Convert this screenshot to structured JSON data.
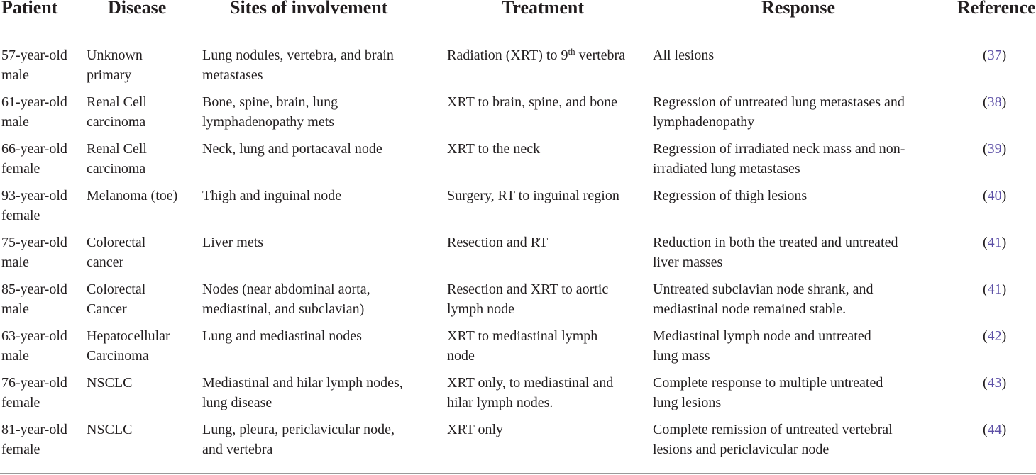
{
  "headers": {
    "patient": "Patient",
    "disease": "Disease",
    "sites": "Sites of involvement",
    "treatment": "Treatment",
    "response": "Response",
    "reference": "Reference"
  },
  "rows": [
    {
      "patient_l1": "57-year-old",
      "patient_l2": "male",
      "disease_l1": "Unknown",
      "disease_l2": "primary",
      "sites_l1": "Lung nodules, vertebra, and brain",
      "sites_l2": "metastases",
      "treatment_pre": "Radiation (XRT) to 9",
      "treatment_sup": "th",
      "treatment_post": " vertebra",
      "treatment_l2": "",
      "response_l1": "All lesions",
      "response_l2": "",
      "ref": "37"
    },
    {
      "patient_l1": "61-year-old",
      "patient_l2": "male",
      "disease_l1": "Renal Cell",
      "disease_l2": "carcinoma",
      "sites_l1": "Bone, spine, brain, lung",
      "sites_l2": "lymphadenopathy mets",
      "treatment_pre": "XRT to brain, spine, and bone",
      "treatment_sup": "",
      "treatment_post": "",
      "treatment_l2": "",
      "response_l1": "Regression of untreated lung metastases and",
      "response_l2": "lymphadenopathy",
      "ref": "38"
    },
    {
      "patient_l1": "66-year-old",
      "patient_l2": "female",
      "disease_l1": "Renal Cell",
      "disease_l2": "carcinoma",
      "sites_l1": "Neck, lung and portacaval node",
      "sites_l2": "",
      "treatment_pre": "XRT to the neck",
      "treatment_sup": "",
      "treatment_post": "",
      "treatment_l2": "",
      "response_l1": "Regression of irradiated neck mass and non-",
      "response_l2": "irradiated lung metastases",
      "ref": "39"
    },
    {
      "patient_l1": "93-year-old",
      "patient_l2": "female",
      "disease_l1": "Melanoma (toe)",
      "disease_l2": "",
      "sites_l1": "Thigh and inguinal node",
      "sites_l2": "",
      "treatment_pre": "Surgery, RT to inguinal region",
      "treatment_sup": "",
      "treatment_post": "",
      "treatment_l2": "",
      "response_l1": "Regression of thigh lesions",
      "response_l2": "",
      "ref": "40"
    },
    {
      "patient_l1": "75-year-old",
      "patient_l2": "male",
      "disease_l1": "Colorectal",
      "disease_l2": "cancer",
      "sites_l1": "Liver mets",
      "sites_l2": "",
      "treatment_pre": "Resection and RT",
      "treatment_sup": "",
      "treatment_post": "",
      "treatment_l2": "",
      "response_l1": "Reduction in both the treated and untreated",
      "response_l2": "liver masses",
      "ref": "41"
    },
    {
      "patient_l1": "85-year-old",
      "patient_l2": "male",
      "disease_l1": "Colorectal",
      "disease_l2": "Cancer",
      "sites_l1": "Nodes (near abdominal aorta,",
      "sites_l2": "mediastinal, and subclavian)",
      "treatment_pre": "Resection and XRT to aortic",
      "treatment_sup": "",
      "treatment_post": "",
      "treatment_l2": "lymph node",
      "response_l1": "Untreated subclavian node shrank, and",
      "response_l2": "mediastinal node remained stable.",
      "ref": "41"
    },
    {
      "patient_l1": "63-year-old",
      "patient_l2": "male",
      "disease_l1": "Hepatocellular",
      "disease_l2": "Carcinoma",
      "sites_l1": "Lung and mediastinal nodes",
      "sites_l2": "",
      "treatment_pre": "XRT to mediastinal lymph",
      "treatment_sup": "",
      "treatment_post": "",
      "treatment_l2": "node",
      "response_l1": "Mediastinal lymph node and untreated",
      "response_l2": "lung mass",
      "ref": "42"
    },
    {
      "patient_l1": "76-year-old",
      "patient_l2": "female",
      "disease_l1": "NSCLC",
      "disease_l2": "",
      "sites_l1": "Mediastinal and hilar lymph nodes,",
      "sites_l2": "lung disease",
      "treatment_pre": "XRT only, to mediastinal and",
      "treatment_sup": "",
      "treatment_post": "",
      "treatment_l2": "hilar lymph nodes.",
      "response_l1": "Complete response to multiple untreated",
      "response_l2": "lung lesions",
      "ref": "43"
    },
    {
      "patient_l1": "81-year-old",
      "patient_l2": "female",
      "disease_l1": "NSCLC",
      "disease_l2": "",
      "sites_l1": "Lung, pleura, periclavicular node,",
      "sites_l2": "and vertebra",
      "treatment_pre": "XRT only",
      "treatment_sup": "",
      "treatment_post": "",
      "treatment_l2": "",
      "response_l1": "Complete remission of untreated vertebral",
      "response_l2": "lesions and periclavicular node",
      "ref": "44"
    }
  ]
}
